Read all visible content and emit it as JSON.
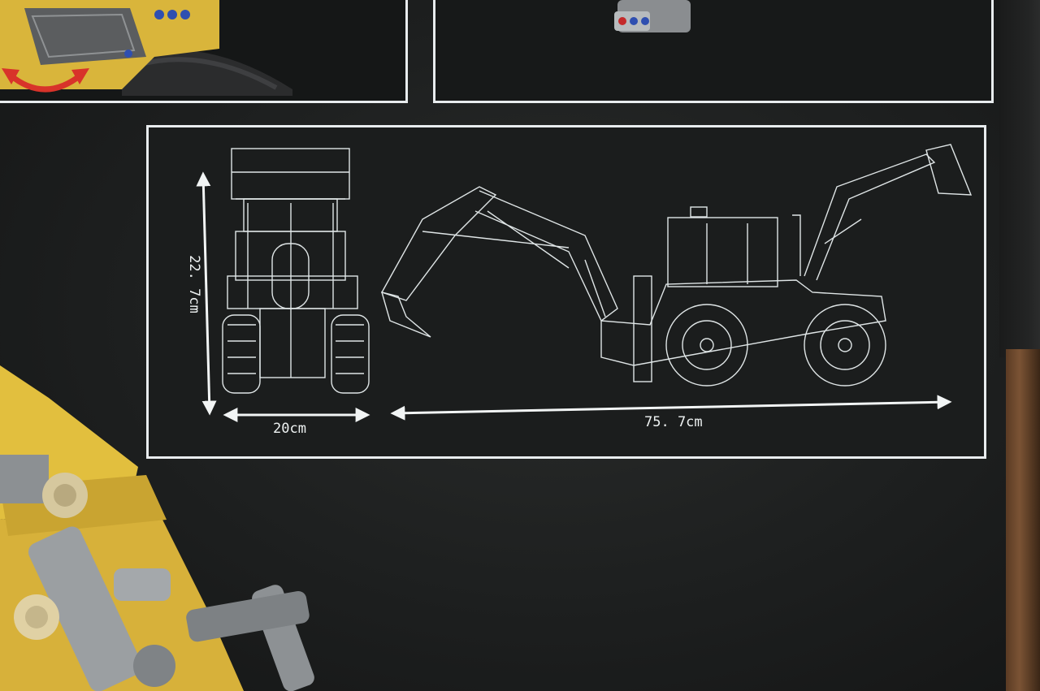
{
  "dimensions": {
    "height_label": "22. 7cm",
    "width_label": "20cm",
    "length_label": "75. 7cm"
  },
  "colors": {
    "background": "#1d1f1f",
    "frame": "#e8ecee",
    "line_art": "#dfe5e6",
    "model_yellow": "#e2bf3e",
    "part_gray": "#8c9093",
    "arrow_red": "#d8332a"
  },
  "icons": {
    "rotate_arrow": "red-curved-rotation-arrow",
    "dimension_arrow": "double-headed-white-arrow"
  }
}
